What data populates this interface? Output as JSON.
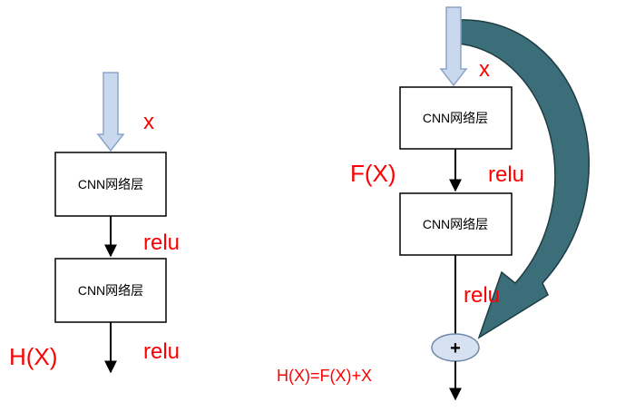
{
  "left": {
    "input_label": "x",
    "layer1": "CNN网络层",
    "relu1": "relu",
    "layer2": "CNN网络层",
    "relu2": "relu",
    "output_label": "H(X)"
  },
  "right": {
    "input_label": "x",
    "layer1": "CNN网络层",
    "f_label": "F(X)",
    "relu1": "relu",
    "layer2": "CNN网络层",
    "relu2": "relu",
    "add_symbol": "+",
    "equation": "H(X)=F(X)+X"
  },
  "colors": {
    "label_red": "#ff0000",
    "input_arrow_fill": "#c9d8ec",
    "input_arrow_stroke": "#8aa4c8",
    "skip_arrow_fill": "#3b6e78",
    "add_node_fill": "#d6e2f2"
  }
}
